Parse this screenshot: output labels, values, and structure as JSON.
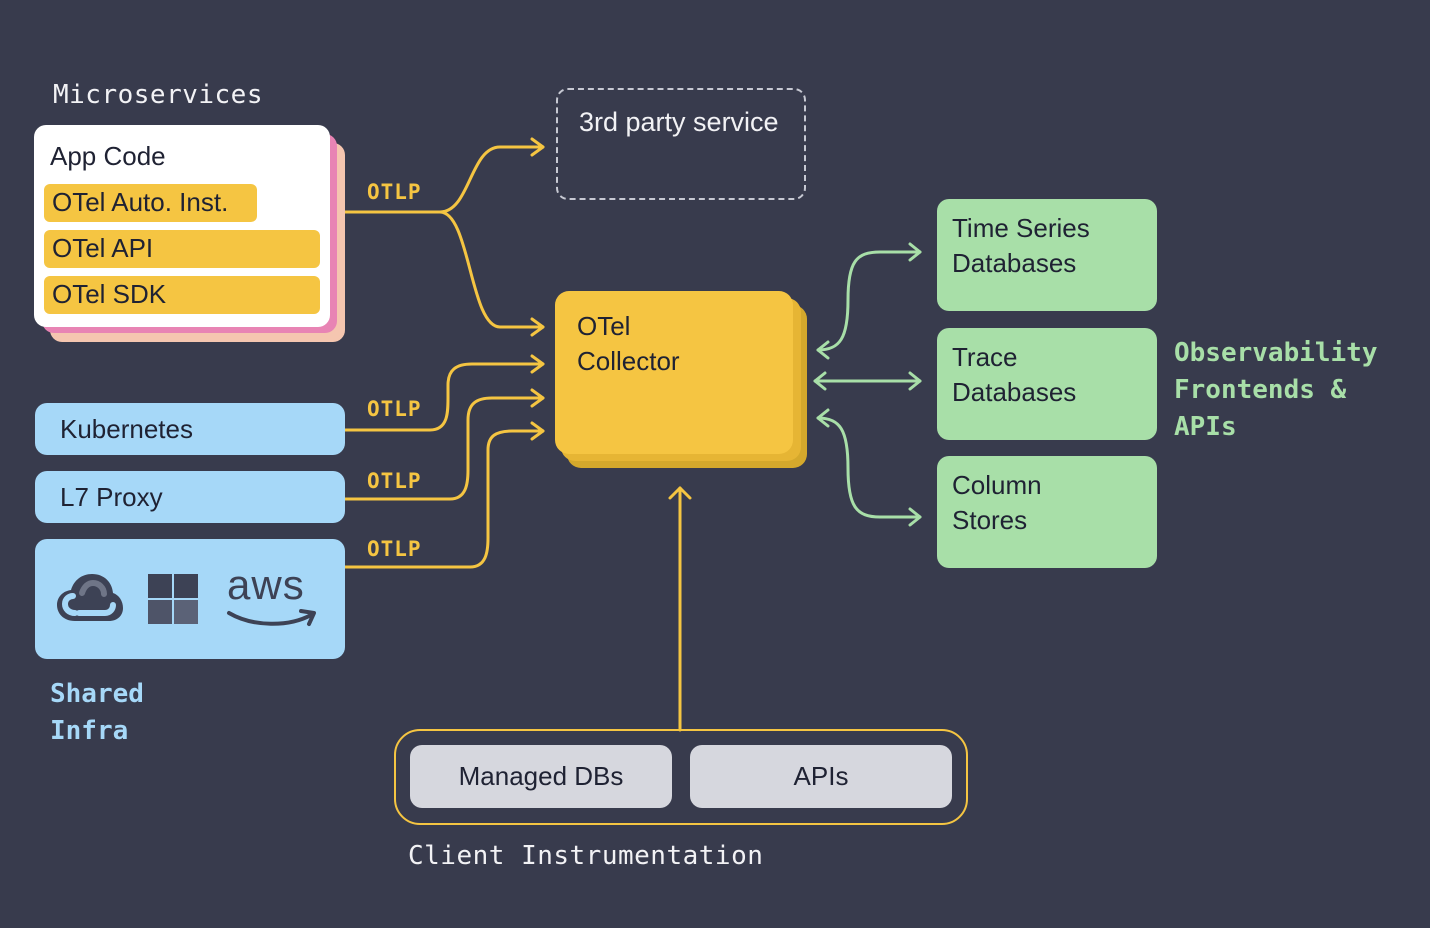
{
  "microservices": {
    "heading": "Microservices",
    "app_code": "App Code",
    "layers": [
      "OTel Auto. Inst.",
      "OTel API",
      "OTel SDK"
    ]
  },
  "protocol_label": "OTLP",
  "third_party": "3rd party service",
  "collector": "OTel Collector",
  "sources": {
    "kubernetes": "Kubernetes",
    "l7_proxy": "L7 Proxy",
    "cloud_icons": [
      "google-cloud-icon",
      "azure-icon",
      "aws-logo-icon"
    ],
    "aws_text": "aws"
  },
  "shared_infra": "Shared Infra",
  "destinations": [
    "Time Series Databases",
    "Trace Databases",
    "Column Stores"
  ],
  "observability": "Observability Frontends & APIs",
  "client": {
    "items": [
      "Managed DBs",
      "APIs"
    ],
    "label": "Client Instrumentation"
  },
  "colors": {
    "background": "#383b4d",
    "yellow": "#f5c542",
    "blue": "#a6d8f8",
    "green": "#a8dfa8",
    "pink": "#e884b4",
    "gray": "#d6d7de"
  }
}
